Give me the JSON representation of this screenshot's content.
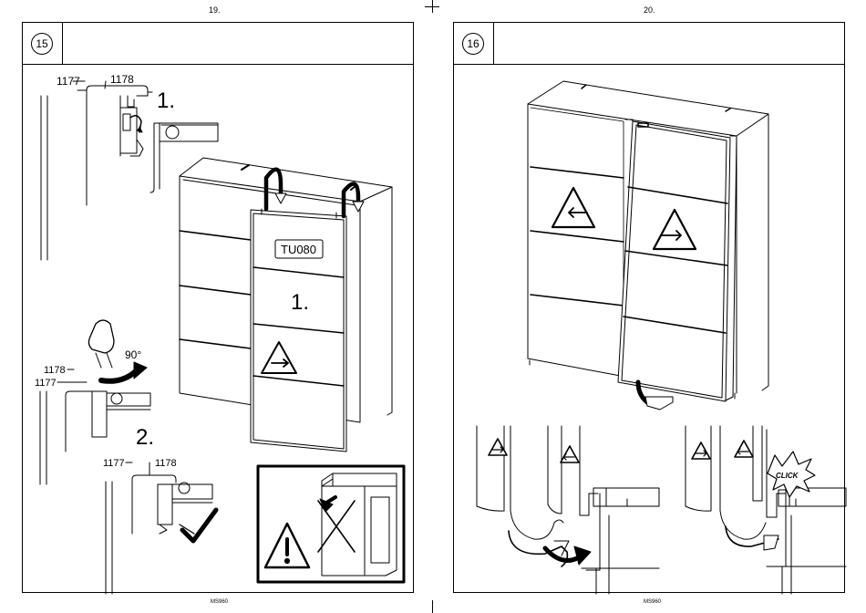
{
  "pages": [
    {
      "page_number": "19.",
      "step_number": "15",
      "footer_code": "MS960",
      "labels": {
        "part_a": "1177",
        "part_b": "1178",
        "step_one": "1.",
        "step_two": "2.",
        "rotation": "90°",
        "rail_code": "TU080",
        "door_step": "1."
      }
    },
    {
      "page_number": "20.",
      "step_number": "16",
      "footer_code": "MS960",
      "labels": {
        "click": "CLICK"
      }
    }
  ]
}
